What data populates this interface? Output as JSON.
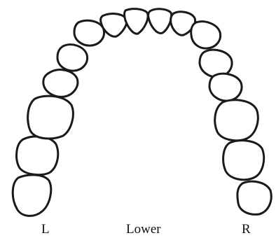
{
  "labels": {
    "left": "L",
    "center": "Lower",
    "right": "R"
  },
  "colors": {
    "outline": "#1a1a1a",
    "fill": "#ffffff",
    "text": "#111111"
  }
}
